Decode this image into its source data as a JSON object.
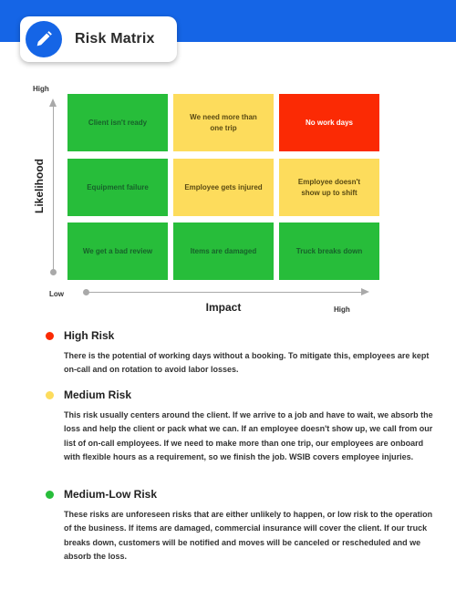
{
  "header": {
    "title": "Risk Matrix",
    "icon": "pencil-icon",
    "band_color": "#1565e6"
  },
  "matrix": {
    "y_axis": {
      "label": "Likelihood",
      "high": "High",
      "low": "Low"
    },
    "x_axis": {
      "label": "Impact",
      "high": "High"
    },
    "rows": [
      [
        {
          "text": "Client isn't ready",
          "level": "green"
        },
        {
          "text": "We need more than one trip",
          "level": "yellow"
        },
        {
          "text": "No work days",
          "level": "red"
        }
      ],
      [
        {
          "text": "Equipment failure",
          "level": "green"
        },
        {
          "text": "Employee gets injured",
          "level": "yellow"
        },
        {
          "text": "Employee doesn't show up to shift",
          "level": "yellow"
        }
      ],
      [
        {
          "text": "We get a bad review",
          "level": "green"
        },
        {
          "text": "Items are damaged",
          "level": "green"
        },
        {
          "text": "Truck breaks down",
          "level": "green"
        }
      ]
    ],
    "colors": {
      "green": "#27bd3a",
      "yellow": "#fddc5c",
      "red": "#fb2a04"
    }
  },
  "sections": [
    {
      "title": "High Risk",
      "dot_color": "#fb2a04",
      "body": "There is the potential of working days without a booking. To mitigate this, employees are kept on-call and on rotation to avoid labor losses."
    },
    {
      "title": "Medium Risk",
      "dot_color": "#fddc5c",
      "body": "This risk usually centers around the client. If we arrive to a job and have to wait, we absorb the loss and help the client or pack what we can. If an employee doesn't show up, we call from our list of on-call employees. If we need to make more than one trip, our employees are onboard with flexible hours as a requirement, so we finish the job. WSIB covers employee injuries."
    },
    {
      "title": "Medium-Low Risk",
      "dot_color": "#27bd3a",
      "body": "These risks are unforeseen risks that are either unlikely to happen, or low risk to the operation of the business. If items are damaged, commercial insurance will cover the client. If our truck breaks down, customers will be notified and moves will be canceled or rescheduled and we absorb the loss."
    }
  ]
}
